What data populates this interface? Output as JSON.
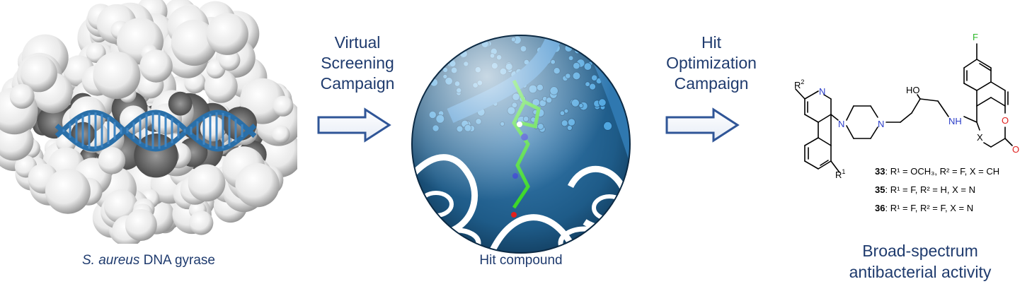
{
  "protein": {
    "caption_italic": "S. aureus",
    "caption_rest": " DNA gyrase"
  },
  "step1": {
    "lines": [
      "Virtual",
      "Screening",
      "Campaign"
    ]
  },
  "hit": {
    "caption": "Hit compound"
  },
  "step2": {
    "lines": [
      "Hit",
      "Optimization",
      "Campaign"
    ]
  },
  "structure": {
    "atoms": {
      "F": "F",
      "O_ring": "O",
      "O_carbonyl": "O",
      "HO": "HO",
      "NH": "NH",
      "X": "X",
      "N_pip1": "N",
      "N_pip2": "N",
      "N_isoq": "N",
      "R1": "R",
      "R2": "R",
      "R1_sup": "1",
      "R2_sup": "2"
    },
    "compounds": [
      {
        "id": "33",
        "desc": ": R¹ = OCH₃, R² = F, X = CH"
      },
      {
        "id": "35",
        "desc": ": R¹ = F, R² = H, X = N"
      },
      {
        "id": "36",
        "desc": ": R¹ = F, R² = F, X = N"
      }
    ]
  },
  "activity": {
    "lines": [
      "Broad-spectrum",
      "antibacterial activity"
    ]
  },
  "colors": {
    "text_blue": "#1f3b6e",
    "dna_blue": "#2a6fa8",
    "arrow_blue": "#2f5597",
    "ligand_green": "#3ed82a",
    "fluorine_green": "#2db82a",
    "nitrogen_blue": "#2a3cc8",
    "oxygen_red": "#e0201e"
  }
}
